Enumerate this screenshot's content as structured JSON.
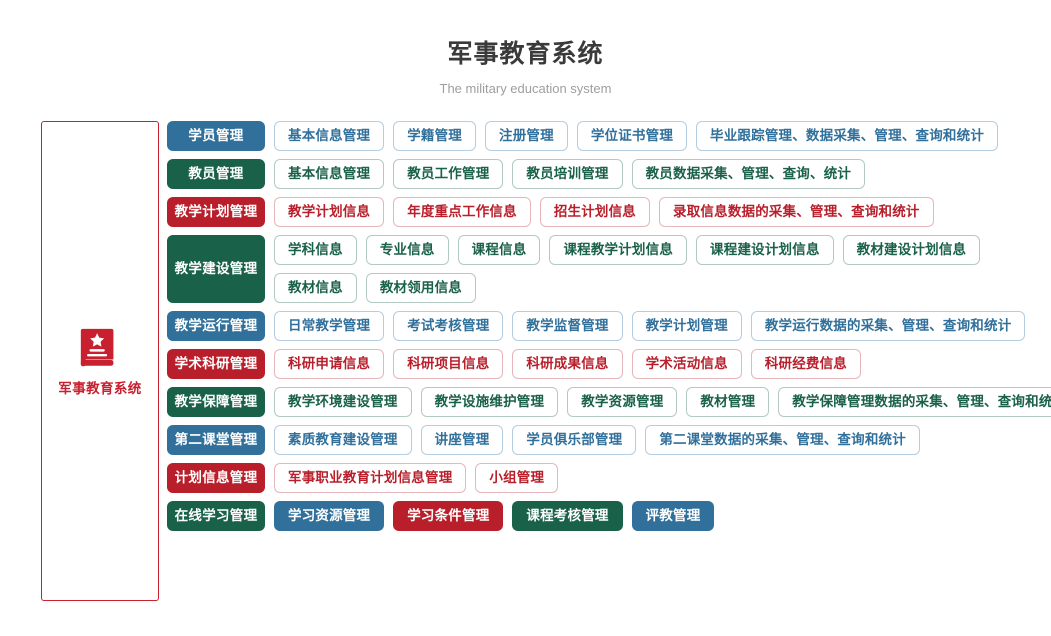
{
  "header": {
    "title": "军事教育系统",
    "subtitle": "The military education system"
  },
  "colors": {
    "blue": "#31709b",
    "green": "#1a6149",
    "red": "#b81f2b",
    "blue_border": "#b4cde0",
    "green_border": "#b3cac1",
    "red_border": "#e7b6ba",
    "title_text": "#3a3a3a",
    "subtitle_text": "#9e9e9e",
    "page_background": "#ffffff"
  },
  "sidebar": {
    "icon": "book-star-icon",
    "label": "军事教育系统",
    "border_color": "#c9202f"
  },
  "rows": [
    {
      "head": "学员管理",
      "accent": "blue",
      "lines": [
        [
          "基本信息管理",
          "学籍管理",
          "注册管理",
          "学位证书管理",
          "毕业跟踪管理、数据采集、管理、查询和统计"
        ]
      ]
    },
    {
      "head": "教员管理",
      "accent": "green",
      "lines": [
        [
          "基本信息管理",
          "教员工作管理",
          "教员培训管理",
          "教员数据采集、管理、查询、统计"
        ]
      ]
    },
    {
      "head": "教学计划管理",
      "accent": "red",
      "lines": [
        [
          "教学计划信息",
          "年度重点工作信息",
          "招生计划信息",
          "录取信息数据的采集、管理、查询和统计"
        ]
      ]
    },
    {
      "head": "教学建设管理",
      "accent": "green",
      "lines": [
        [
          "学科信息",
          "专业信息",
          "课程信息",
          "课程教学计划信息",
          "课程建设计划信息",
          "教材建设计划信息"
        ],
        [
          "教材信息",
          "教材领用信息"
        ]
      ]
    },
    {
      "head": "教学运行管理",
      "accent": "blue",
      "lines": [
        [
          "日常教学管理",
          "考试考核管理",
          "教学监督管理",
          "教学计划管理",
          "教学运行数据的采集、管理、查询和统计"
        ]
      ]
    },
    {
      "head": "学术科研管理",
      "accent": "red",
      "lines": [
        [
          "科研申请信息",
          "科研项目信息",
          "科研成果信息",
          "学术活动信息",
          "科研经费信息"
        ]
      ]
    },
    {
      "head": "教学保障管理",
      "accent": "green",
      "lines": [
        [
          "教学环境建设管理",
          "教学设施维护管理",
          "教学资源管理",
          "教材管理",
          "教学保障管理数据的采集、管理、查询和统计"
        ]
      ]
    },
    {
      "head": "第二课堂管理",
      "accent": "blue",
      "lines": [
        [
          "素质教育建设管理",
          "讲座管理",
          "学员俱乐部管理",
          "第二课堂数据的采集、管理、查询和统计"
        ]
      ]
    },
    {
      "head": "计划信息管理",
      "accent": "red",
      "lines": [
        [
          "军事职业教育计划信息管理",
          "小组管理"
        ]
      ]
    },
    {
      "head": "在线学习管理",
      "accent": "green",
      "solid_items": true,
      "lines": [
        [
          "学习资源管理",
          "学习条件管理",
          "课程考核管理",
          "评教管理"
        ]
      ],
      "item_accents": [
        [
          "blue",
          "red",
          "green",
          "blue"
        ]
      ]
    }
  ]
}
